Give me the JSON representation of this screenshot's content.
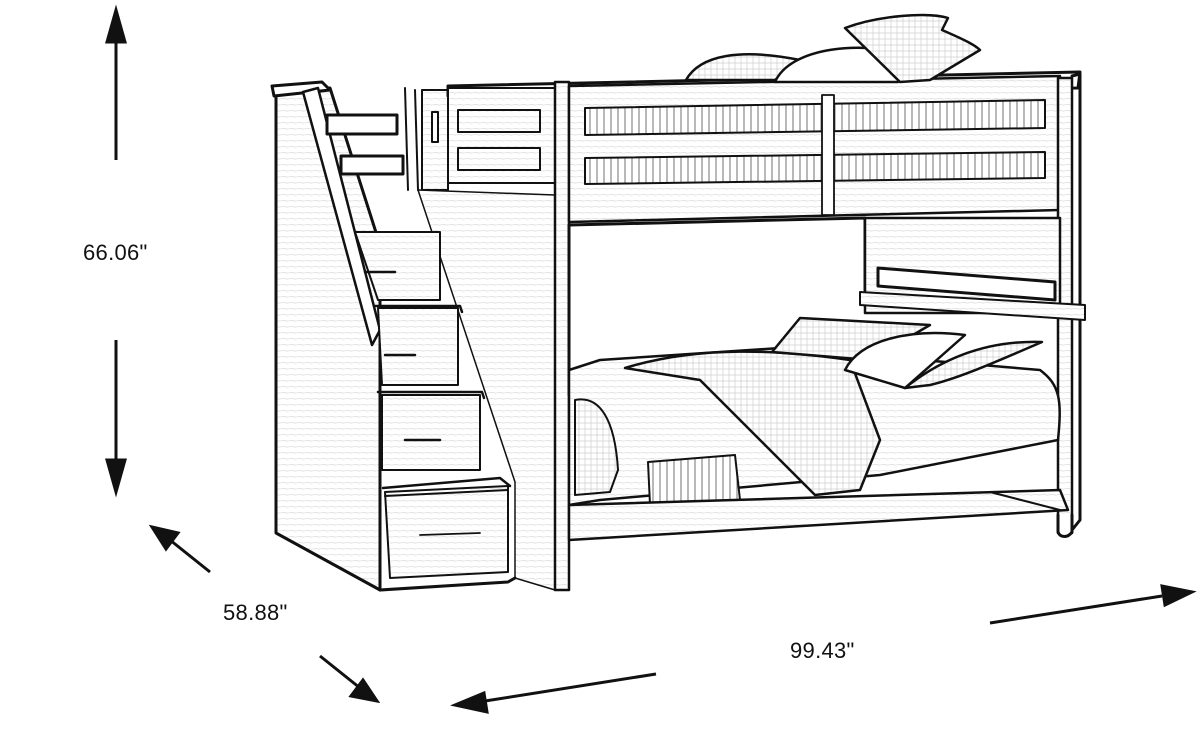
{
  "diagram": {
    "subject": "Stair bunk bed with storage steps (line drawing)",
    "dimensions": {
      "height": "66.06\"",
      "depth": "58.88\"",
      "width": "99.43\""
    },
    "colors": {
      "line": "#111111",
      "background": "#ffffff",
      "fill": "#f4f4f4"
    }
  }
}
